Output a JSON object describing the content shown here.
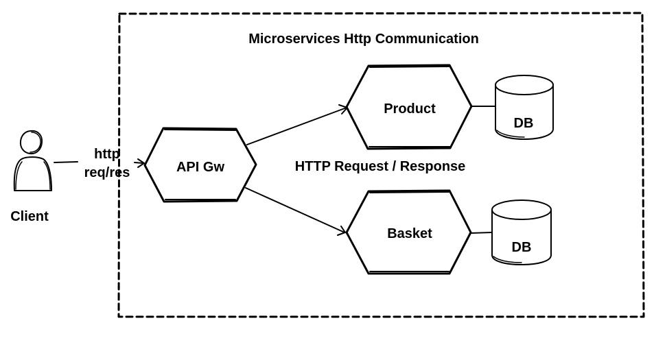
{
  "boundary": {
    "title": "Microservices Http Communication"
  },
  "client": {
    "label": "Client",
    "icon": "person-icon"
  },
  "client_link": {
    "label_line1": "http",
    "label_line2": "req/res"
  },
  "gateway": {
    "label": "API Gw"
  },
  "middle_label": "HTTP Request / Response",
  "services": [
    {
      "label": "Product",
      "db_label": "DB"
    },
    {
      "label": "Basket",
      "db_label": "DB"
    }
  ],
  "colors": {
    "stroke": "#000000",
    "background": "#ffffff"
  }
}
